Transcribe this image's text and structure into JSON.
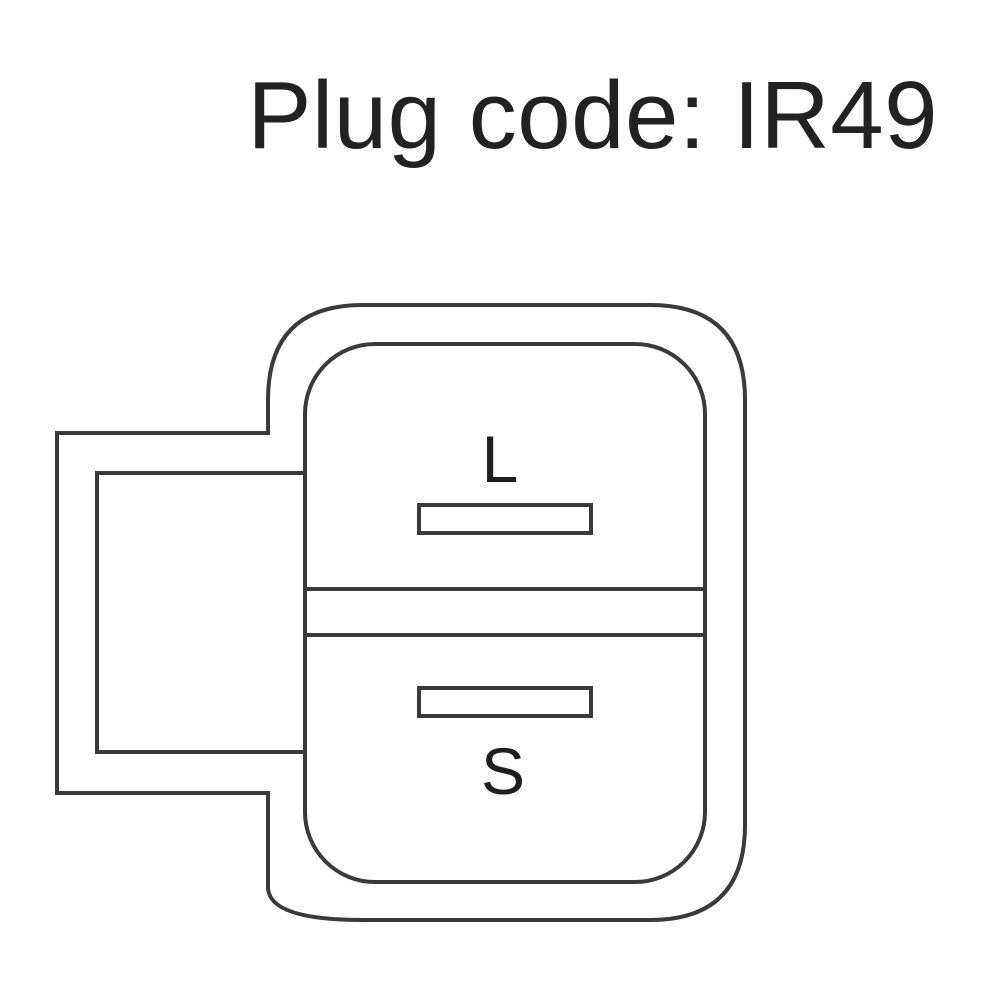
{
  "title": "Plug code: IR49",
  "connector": {
    "terminals": [
      {
        "label": "L",
        "name": "terminal-l"
      },
      {
        "label": "S",
        "name": "terminal-s"
      }
    ],
    "colors": {
      "outline": "#3a3a3a",
      "text": "#222222",
      "background": "#ffffff"
    }
  }
}
